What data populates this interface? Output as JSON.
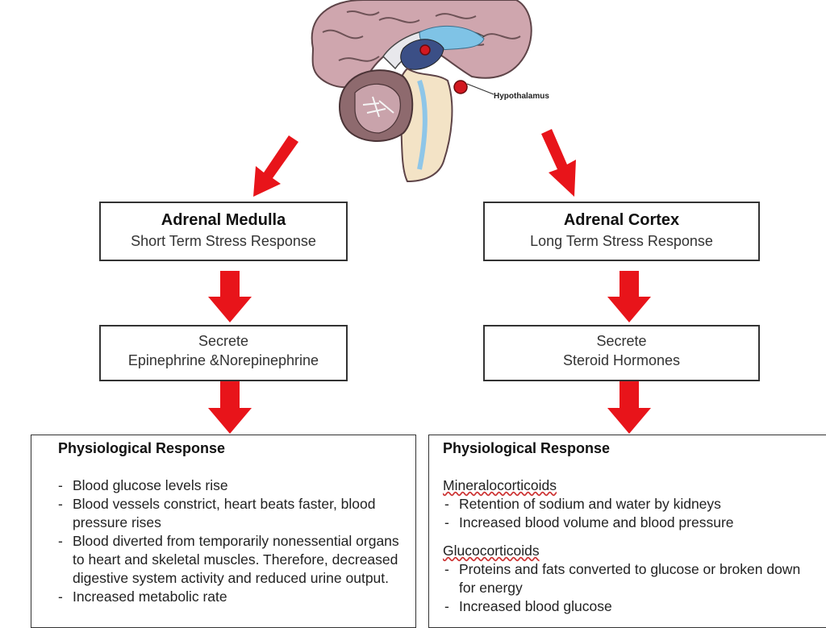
{
  "brain": {
    "label": "Hypothalamus"
  },
  "left": {
    "box1": {
      "title": "Adrenal Medulla",
      "subtitle": "Short Term Stress Response"
    },
    "box2": {
      "line1": "Secrete",
      "line2": "Epinephrine &Norepinephrine"
    },
    "response": {
      "heading": "Physiological Response",
      "items": [
        "Blood glucose levels rise",
        "Blood vessels constrict, heart beats faster, blood pressure rises",
        "Blood diverted from temporarily nonessential organs to heart and skeletal muscles. Therefore, decreased digestive system activity and reduced urine output.",
        "Increased metabolic rate"
      ]
    }
  },
  "right": {
    "box1": {
      "title": "Adrenal Cortex",
      "subtitle": "Long Term Stress Response"
    },
    "box2": {
      "line1": "Secrete",
      "line2": "Steroid Hormones"
    },
    "response": {
      "heading": "Physiological Response",
      "section1": "Mineralocorticoids",
      "section1_items": [
        "Retention of sodium and water by kidneys",
        "Increased blood volume and blood pressure"
      ],
      "section2": "Glucocorticoids",
      "section2_items": [
        "Proteins and fats converted to glucose or broken down for energy",
        "Increased blood glucose"
      ]
    }
  },
  "colors": {
    "arrow": "#e8141a",
    "border": "#333333",
    "brain_pink": "#c9a3ab",
    "brain_dark": "#7a5a5e"
  }
}
